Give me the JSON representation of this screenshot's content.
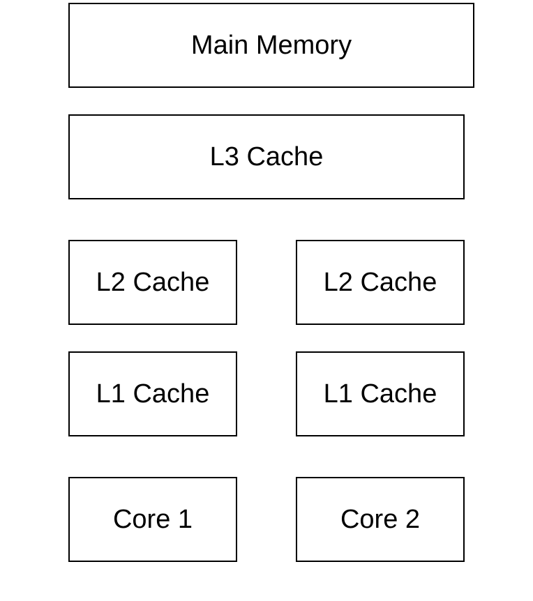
{
  "diagram": {
    "main_memory": {
      "label": "Main Memory"
    },
    "l3_cache": {
      "label": "L3 Cache"
    },
    "l2_caches": [
      {
        "label": "L2 Cache"
      },
      {
        "label": "L2 Cache"
      }
    ],
    "l1_caches": [
      {
        "label": "L1 Cache"
      },
      {
        "label": "L1 Cache"
      }
    ],
    "cores": [
      {
        "label": "Core 1"
      },
      {
        "label": "Core 2"
      }
    ],
    "colors": {
      "border": "#000000",
      "background": "#ffffff",
      "text": "#000000"
    }
  }
}
